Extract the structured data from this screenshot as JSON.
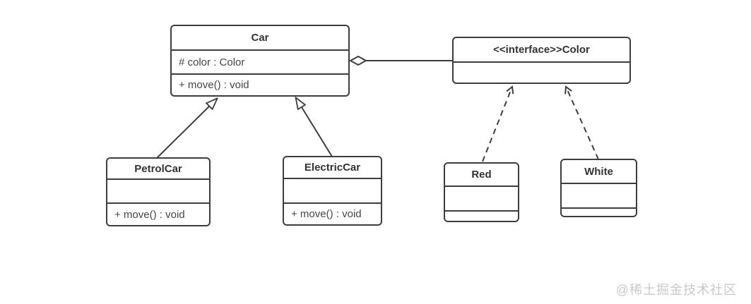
{
  "diagram_type": "uml-class-diagram",
  "colors": {
    "stroke": "#3d3d3d",
    "title_text": "#333333",
    "member_text": "#464646",
    "background": "#ffffff",
    "watermark": "#c9c9c9"
  },
  "classes": {
    "car": {
      "title": "Car",
      "attribute": "# color : Color",
      "method": "+ move() : void"
    },
    "color_interface": {
      "title": "<<interface>>Color"
    },
    "petrol_car": {
      "title": "PetrolCar",
      "method": "+ move() : void"
    },
    "electric_car": {
      "title": "ElectricCar",
      "method": "+ move() : void"
    },
    "red": {
      "title": "Red"
    },
    "white": {
      "title": "White"
    }
  },
  "relationships": [
    {
      "from": "PetrolCar",
      "to": "Car",
      "type": "generalization",
      "line": "solid",
      "arrowhead": "hollow-triangle"
    },
    {
      "from": "ElectricCar",
      "to": "Car",
      "type": "generalization",
      "line": "solid",
      "arrowhead": "hollow-triangle"
    },
    {
      "from": "Car",
      "to": "<<interface>>Color",
      "type": "aggregation",
      "line": "solid",
      "arrowhead": "hollow-diamond-at-car"
    },
    {
      "from": "Red",
      "to": "<<interface>>Color",
      "type": "realization",
      "line": "dashed",
      "arrowhead": "open-arrow"
    },
    {
      "from": "White",
      "to": "<<interface>>Color",
      "type": "realization",
      "line": "dashed",
      "arrowhead": "open-arrow"
    }
  ],
  "watermark": {
    "text": "@稀土掘金技术社区"
  }
}
